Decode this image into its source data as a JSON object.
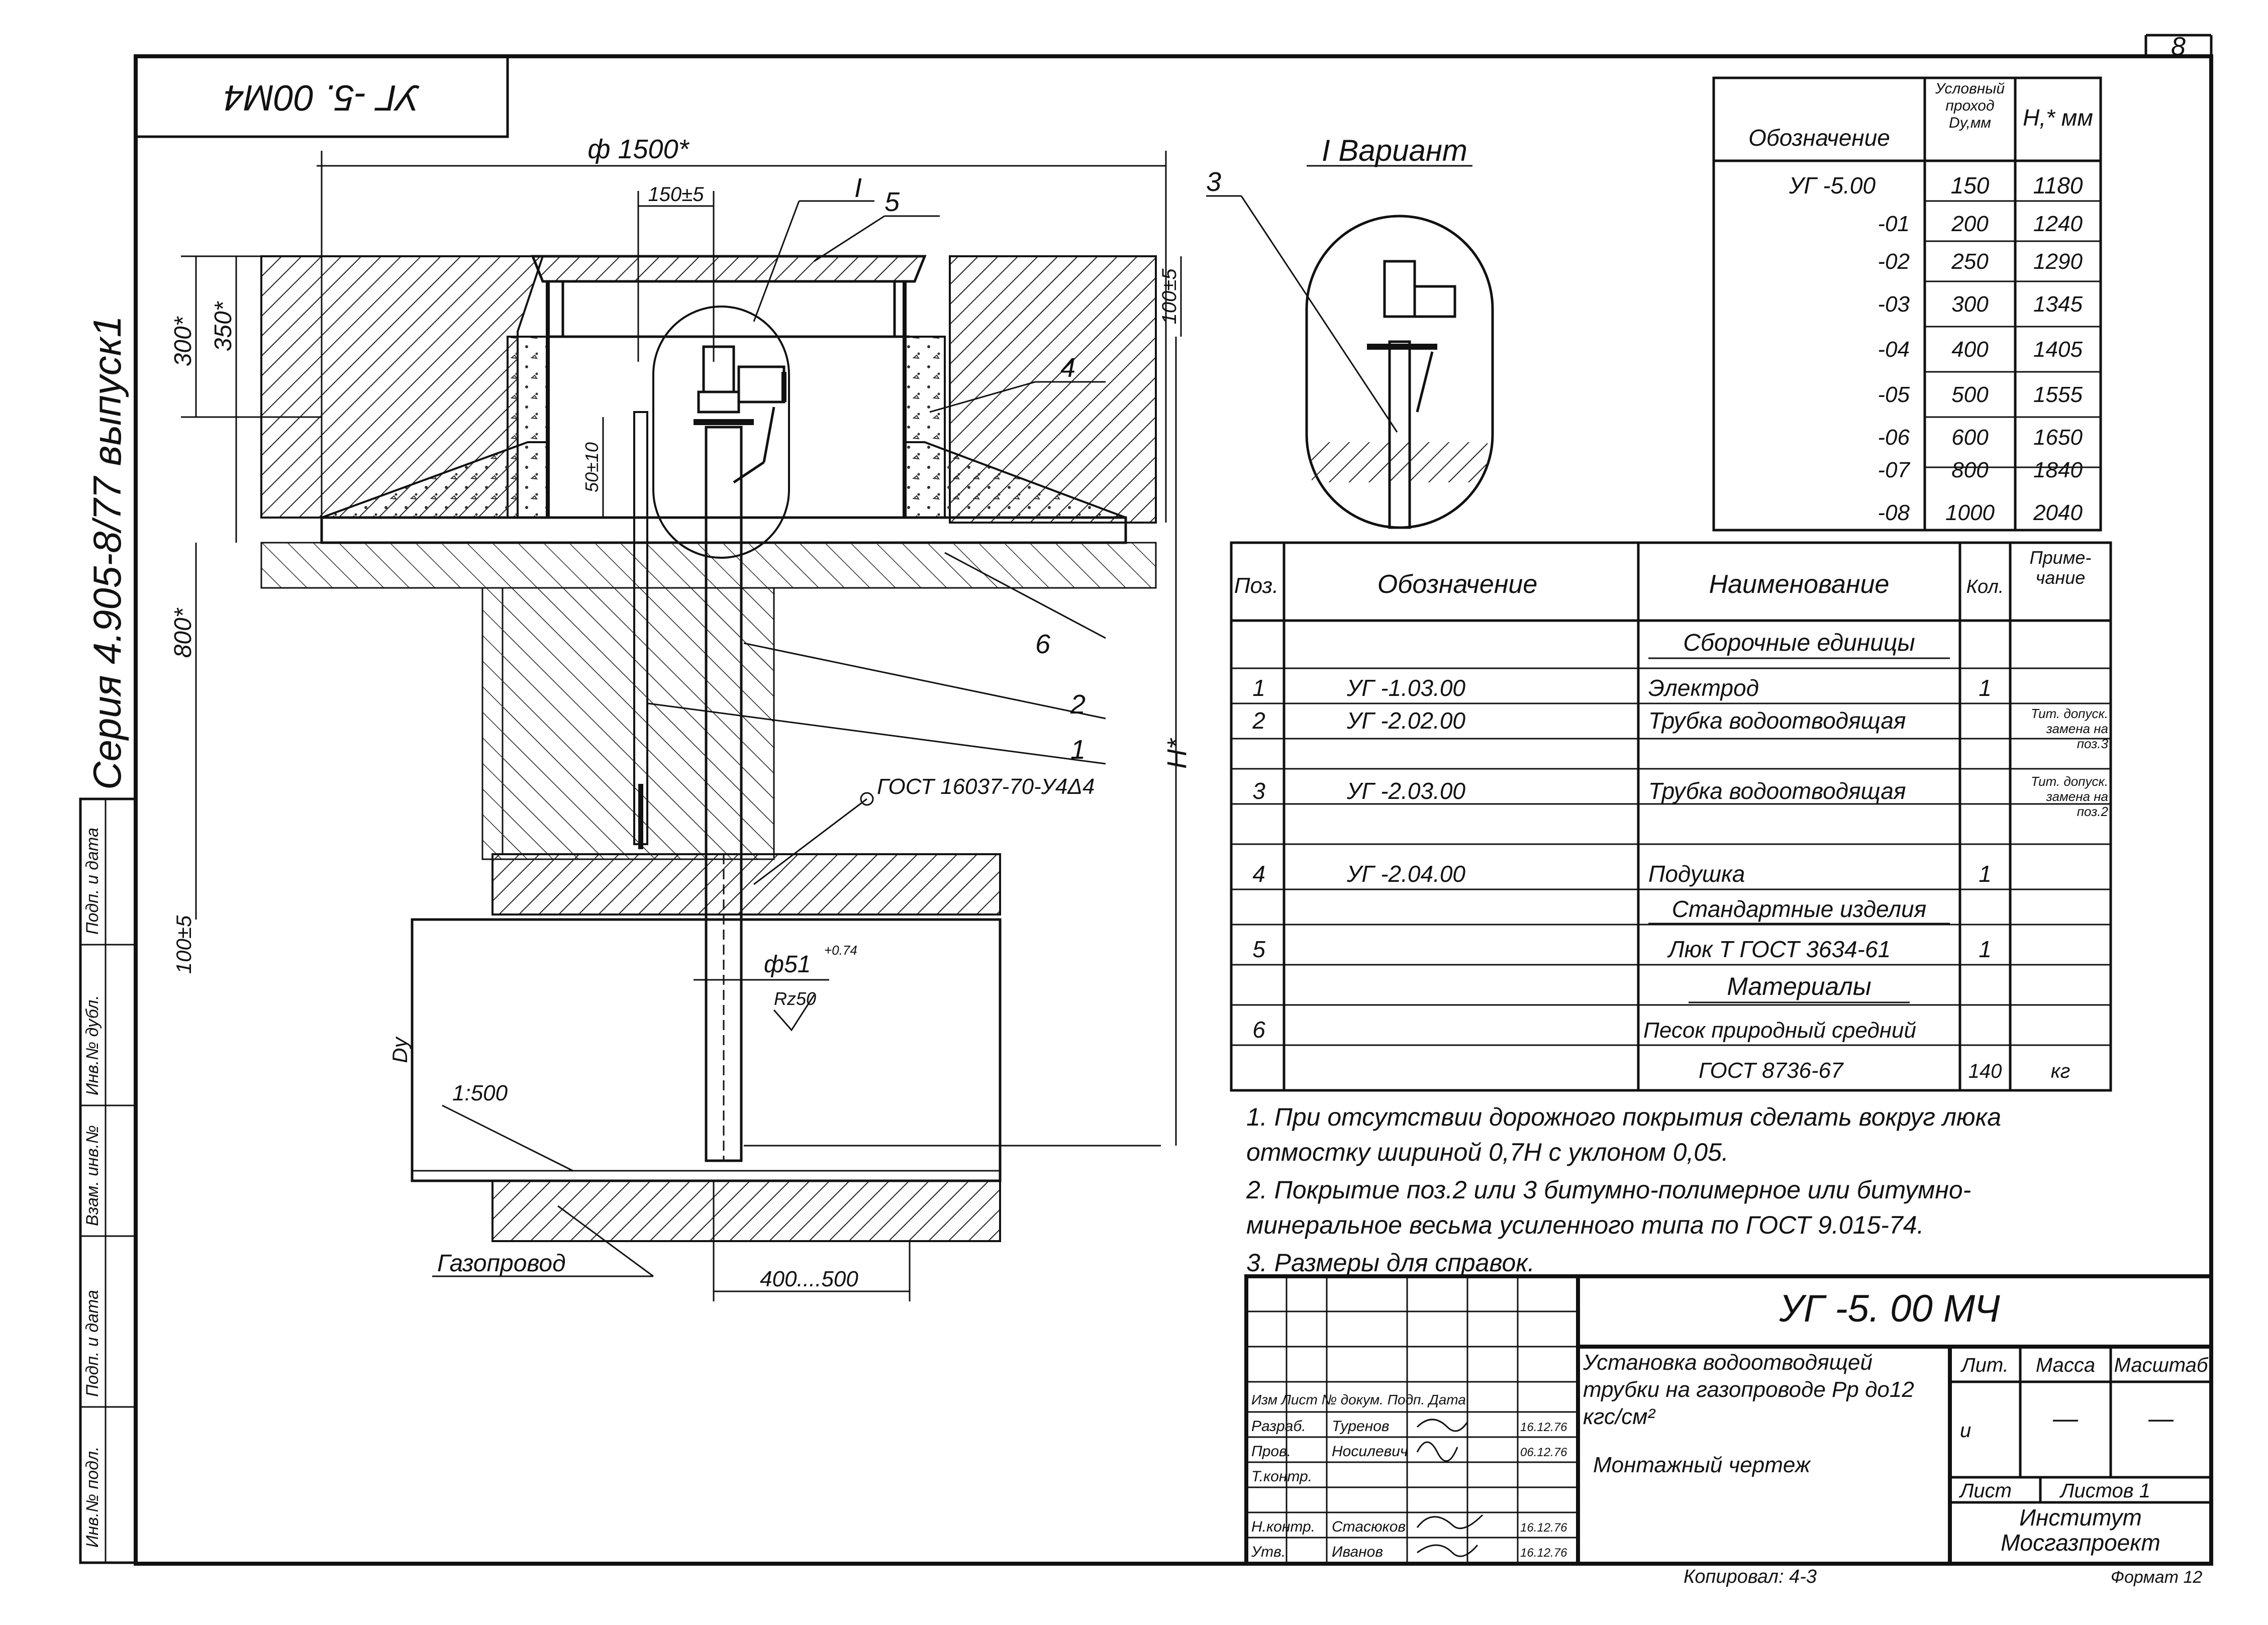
{
  "stamp_code": "УГ -5. 00М4",
  "series": "Серия 4.905-8/77 выпуск1",
  "sheet_number": "8",
  "variant_title": "I Вариант",
  "variant_marker": "I",
  "dims": {
    "d1500": "ф 1500*",
    "d150": "150±5",
    "d300": "300*",
    "d350": "350*",
    "d100a": "100±5",
    "d800": "800*",
    "dH": "H*",
    "d50": "50±10",
    "d100b": "100±5",
    "dDy": "Dy",
    "d400": "400....500",
    "d51": "ф51",
    "d51tol": "+0.74",
    "rz": "Rz50",
    "gost_weld": "ГОСТ 16037-70-У4Δ4",
    "slope": "1:500"
  },
  "callouts": [
    "5",
    "4",
    "6",
    "2",
    "1",
    "3"
  ],
  "gas_pipe_label": "Газопровод",
  "dim_table": {
    "headers": [
      "Обозначение",
      "Условный проход Dy,мм",
      "H,* мм"
    ],
    "rows": [
      [
        "УГ -5.00",
        "150",
        "1180"
      ],
      [
        "-01",
        "200",
        "1240"
      ],
      [
        "-02",
        "250",
        "1290"
      ],
      [
        "-03",
        "300",
        "1345"
      ],
      [
        "-04",
        "400",
        "1405"
      ],
      [
        "-05",
        "500",
        "1555"
      ],
      [
        "-06",
        "600",
        "1650"
      ],
      [
        "-07",
        "800",
        "1840"
      ],
      [
        "-08",
        "1000",
        "2040"
      ]
    ]
  },
  "spec_table": {
    "headers": [
      "Поз.",
      "Обозначение",
      "Наименование",
      "Кол.",
      "Приме- чание"
    ],
    "rows": [
      [
        "",
        "",
        "Сборочные единицы",
        "",
        ""
      ],
      [
        "1",
        "УГ -1.03.00",
        "Электрод",
        "1",
        ""
      ],
      [
        "2",
        "УГ -2.02.00",
        "Трубка водоотводящая",
        "",
        "Тит. допуск. замена на поз.3"
      ],
      [
        "3",
        "УГ -2.03.00",
        "Трубка водоотводящая",
        "",
        "Тит. допуск. замена на поз.2"
      ],
      [
        "4",
        "УГ -2.04.00",
        "Подушка",
        "1",
        ""
      ],
      [
        "",
        "",
        "Стандартные изделия",
        "",
        ""
      ],
      [
        "5",
        "",
        "Люк Т ГОСТ 3634-61",
        "1",
        ""
      ],
      [
        "",
        "",
        "Материалы",
        "",
        ""
      ],
      [
        "6",
        "",
        "Песок природный средний",
        "",
        ""
      ],
      [
        "",
        "",
        "ГОСТ 8736-67",
        "140",
        "кг"
      ]
    ]
  },
  "notes": [
    "1.   При отсутствии дорожного покрытия сделать вокруг люка",
    "      отмостку шириной 0,7Н с уклоном 0,05.",
    "2.   Покрытие поз.2 или 3 битумно-полимерное или битумно-",
    "      минеральное весьма усиленного типа по ГОСТ 9.015-74.",
    "3.   Размеры для справок."
  ],
  "title_block": {
    "code": "УГ -5. 00 МЧ",
    "title": "Установка водоотводящей трубки на газопроводе Рр до12 кгс/см²",
    "subtitle": "Монтажный чертеж",
    "lit_label": "Лит.",
    "mass_label": "Масса",
    "scale_label": "Масштаб",
    "lit_value": "и",
    "mass_value": "—",
    "scale_value": "—",
    "sheet_label": "Лист",
    "sheets_label": "Листов 1",
    "org": "Институт Мосгазпроект",
    "header_row": "Изм Лист № докум. Подп. Дата",
    "roles": [
      "Разраб.",
      "Пров.",
      "Т.контр.",
      "",
      "Н.контр.",
      "Утв."
    ],
    "names": [
      "Туренов",
      "Носилевич",
      "",
      "",
      "Стасюков",
      "Иванов"
    ],
    "dates": [
      "16.12.76",
      "06.12.76",
      "",
      "",
      "16.12.76",
      "16.12.76"
    ]
  },
  "side_stamps": [
    "Инв.№ подл.",
    "Подп. и дата",
    "Взам. инв.№",
    "Инв.№ дубл.",
    "Подп. и дата"
  ],
  "footer": {
    "copied": "Копировал: 4-3",
    "format": "Формат 12"
  }
}
